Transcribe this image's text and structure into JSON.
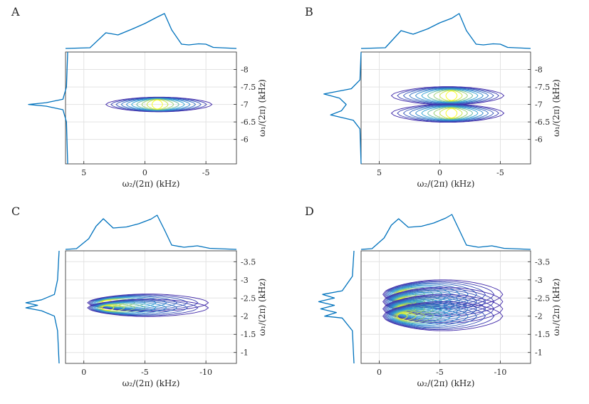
{
  "colors": {
    "projection": "#0072BD",
    "grid": "#e3e3e3",
    "axis": "#262626",
    "contour_low": "#3e26a8",
    "contour_mid": "#2a9fd6",
    "contour_high": "#f9fb15"
  },
  "chart_data": [
    {
      "panel": "A",
      "type": "contour",
      "xlabel": "ω₂/(2π) (kHz)",
      "ylabel": "ω₁/(2π) (kHz)",
      "xlim": [
        6.5,
        -7.5
      ],
      "ylim": [
        -5.3,
        -8.5
      ],
      "xticks": [
        5,
        0,
        -5
      ],
      "xtick_labels": [
        "5",
        "0",
        "-5"
      ],
      "yticks": [
        -6,
        -6.5,
        -7,
        -7.5,
        -8
      ],
      "ytick_labels": [
        "-6",
        "-6.5",
        "-7",
        "-7.5",
        "-8"
      ],
      "grid": true,
      "rows": [
        {
          "center": -7.0,
          "width": 0.12,
          "x_start": 3.2,
          "x_end": -5.5,
          "peak_x": -1.0,
          "max_halfheight": 0.21
        }
      ],
      "top_projection": {
        "x": [
          6.5,
          4.5,
          3.2,
          2.2,
          1.0,
          0.0,
          -1.0,
          -1.6,
          -2.2,
          -3.0,
          -3.6,
          -4.4,
          -5.0,
          -5.6,
          -7.5
        ],
        "y": [
          0.0,
          0.02,
          0.44,
          0.38,
          0.55,
          0.7,
          0.88,
          0.98,
          0.52,
          0.12,
          0.1,
          0.13,
          0.12,
          0.03,
          0.0
        ]
      },
      "left_projection": {
        "y": [
          -5.3,
          -6.5,
          -6.85,
          -6.95,
          -7.0,
          -7.05,
          -7.15,
          -7.5,
          -8.5
        ],
        "intensity": [
          0.0,
          0.03,
          0.12,
          0.55,
          1.0,
          0.55,
          0.12,
          0.03,
          0.0
        ]
      }
    },
    {
      "panel": "B",
      "type": "contour",
      "xlabel": "ω₂/(2π) (kHz)",
      "ylabel": "ω₁/(2π) (kHz)",
      "xlim": [
        6.5,
        -7.5
      ],
      "ylim": [
        -5.3,
        -8.5
      ],
      "xticks": [
        5,
        0,
        -5
      ],
      "xtick_labels": [
        "5",
        "0",
        "-5"
      ],
      "yticks": [
        -6,
        -6.5,
        -7,
        -7.5,
        -8
      ],
      "ytick_labels": [
        "-6",
        "-6.5",
        "-7",
        "-7.5",
        "-8"
      ],
      "grid": true,
      "rows": [
        {
          "center": -7.25,
          "width": 0.12,
          "x_start": 4.0,
          "x_end": -5.3,
          "peak_x": -1.0,
          "max_halfheight": 0.26
        },
        {
          "center": -6.75,
          "width": 0.12,
          "x_start": 4.0,
          "x_end": -5.3,
          "peak_x": -1.0,
          "max_halfheight": 0.26
        }
      ],
      "top_projection": {
        "x": [
          6.5,
          4.5,
          3.2,
          2.2,
          1.0,
          0.0,
          -1.0,
          -1.6,
          -2.2,
          -3.0,
          -3.6,
          -4.4,
          -5.0,
          -5.6,
          -7.5
        ],
        "y": [
          0.0,
          0.02,
          0.5,
          0.4,
          0.55,
          0.72,
          0.85,
          0.98,
          0.5,
          0.12,
          0.1,
          0.13,
          0.12,
          0.03,
          0.0
        ]
      },
      "left_projection": {
        "y": [
          -5.3,
          -6.3,
          -6.55,
          -6.7,
          -6.82,
          -7.0,
          -7.18,
          -7.3,
          -7.45,
          -7.7,
          -8.5
        ],
        "intensity": [
          0.0,
          0.03,
          0.2,
          0.78,
          0.5,
          0.38,
          0.55,
          0.95,
          0.25,
          0.03,
          0.0
        ]
      }
    },
    {
      "panel": "C",
      "type": "contour",
      "xlabel": "ω₂/(2π) (kHz)",
      "ylabel": "ω₁/(2π) (kHz)",
      "xlim": [
        1.5,
        -12.5
      ],
      "ylim": [
        -0.7,
        -3.8
      ],
      "xticks": [
        0,
        -5,
        -10
      ],
      "xtick_labels": [
        "0",
        "-5",
        "-10"
      ],
      "yticks": [
        -1,
        -1.5,
        -2,
        -2.5,
        -3,
        -3.5
      ],
      "ytick_labels": [
        "-1",
        "-1.5",
        "-2",
        "-2.5",
        "-3",
        "-3.5"
      ],
      "grid": true,
      "rows": [
        {
          "center": -2.37,
          "width": 0.045,
          "x_start": -0.3,
          "x_end": -10.2,
          "peak_x": -1.6,
          "max_halfheight": 0.24
        },
        {
          "center": -2.23,
          "width": 0.045,
          "x_start": -0.3,
          "x_end": -10.2,
          "peak_x": -1.6,
          "max_halfheight": 0.24
        }
      ],
      "top_projection": {
        "x": [
          1.5,
          0.6,
          -0.4,
          -1.0,
          -1.6,
          -2.4,
          -3.5,
          -4.5,
          -5.5,
          -6.0,
          -6.6,
          -7.2,
          -8.2,
          -9.3,
          -10.3,
          -12.5
        ],
        "y": [
          0.0,
          0.02,
          0.3,
          0.65,
          0.86,
          0.6,
          0.63,
          0.72,
          0.85,
          0.96,
          0.55,
          0.12,
          0.06,
          0.1,
          0.03,
          0.0
        ]
      },
      "left_projection": {
        "y": [
          -0.7,
          -1.6,
          -2.0,
          -2.15,
          -2.23,
          -2.3,
          -2.37,
          -2.45,
          -2.6,
          -3.0,
          -3.8
        ],
        "intensity": [
          0.0,
          0.04,
          0.12,
          0.45,
          0.85,
          0.55,
          0.85,
          0.45,
          0.12,
          0.04,
          0.0
        ]
      }
    },
    {
      "panel": "D",
      "type": "contour",
      "xlabel": "ω₂/(2π) (kHz)",
      "ylabel": "ω₁/(2π) (kHz)",
      "xlim": [
        1.5,
        -12.5
      ],
      "ylim": [
        -0.7,
        -3.8
      ],
      "xticks": [
        0,
        -5,
        -10
      ],
      "xtick_labels": [
        "0",
        "-5",
        "-10"
      ],
      "yticks": [
        -1,
        -1.5,
        -2,
        -2.5,
        -3,
        -3.5
      ],
      "ytick_labels": [
        "-1",
        "-1.5",
        "-2",
        "-2.5",
        "-3",
        "-3.5"
      ],
      "grid": true,
      "rows": [
        {
          "center": -2.6,
          "width": 0.05,
          "x_start": -0.3,
          "x_end": -10.2,
          "peak_x": -1.6,
          "max_halfheight": 0.4
        },
        {
          "center": -2.4,
          "width": 0.05,
          "x_start": -0.3,
          "x_end": -10.2,
          "peak_x": -1.6,
          "max_halfheight": 0.4
        },
        {
          "center": -2.2,
          "width": 0.05,
          "x_start": -0.3,
          "x_end": -10.2,
          "peak_x": -1.6,
          "max_halfheight": 0.4
        },
        {
          "center": -2.0,
          "width": 0.05,
          "x_start": -0.3,
          "x_end": -10.2,
          "peak_x": -1.6,
          "max_halfheight": 0.4
        }
      ],
      "top_projection": {
        "x": [
          1.5,
          0.6,
          -0.4,
          -1.0,
          -1.6,
          -2.4,
          -3.5,
          -4.5,
          -5.5,
          -6.0,
          -6.6,
          -7.2,
          -8.2,
          -9.3,
          -10.3,
          -12.5
        ],
        "y": [
          0.0,
          0.02,
          0.32,
          0.68,
          0.86,
          0.62,
          0.65,
          0.74,
          0.88,
          0.98,
          0.55,
          0.12,
          0.06,
          0.1,
          0.03,
          0.0
        ]
      },
      "left_projection": {
        "y": [
          -0.7,
          -1.6,
          -1.95,
          -2.0,
          -2.1,
          -2.2,
          -2.3,
          -2.4,
          -2.5,
          -2.6,
          -2.7,
          -3.1,
          -3.8
        ],
        "intensity": [
          0.0,
          0.04,
          0.3,
          0.75,
          0.45,
          0.85,
          0.5,
          0.9,
          0.5,
          0.8,
          0.3,
          0.04,
          0.0
        ]
      }
    }
  ]
}
